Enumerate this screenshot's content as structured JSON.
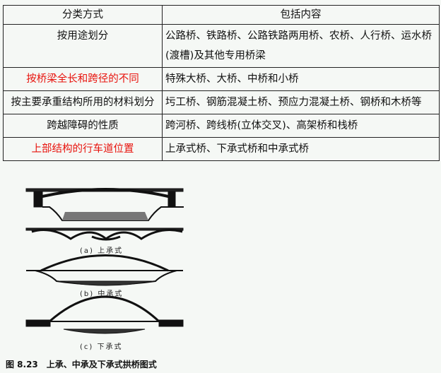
{
  "table": {
    "headers": [
      "分类方式",
      "包括内容"
    ],
    "rows": [
      {
        "method": "按用途划分",
        "content": "公路桥、铁路桥、公路铁路两用桥、农桥、人行桥、运水桥(渡槽)及其他专用桥梁",
        "highlight": false
      },
      {
        "method": "按桥梁全长和跨径的不同",
        "content": "特殊大桥、大桥、中桥和小桥",
        "highlight": true
      },
      {
        "method": "按主要承重结构所用的材料划分",
        "content": "圬工桥、钢筋混凝土桥、预应力混凝土桥、钢桥和木桥等",
        "highlight": false
      },
      {
        "method": "跨越障碍的性质",
        "content": "跨河桥、跨线桥(立体交叉)、高架桥和栈桥",
        "highlight": false
      },
      {
        "method": "上部结构的行车道位置",
        "content": "上承式桥、下承式桥和中承式桥",
        "highlight": true
      }
    ],
    "highlight_color": "#e8120c"
  },
  "figure": {
    "labels": [
      "(a) 上承式",
      "(b) 中承式",
      "(c) 下承式"
    ],
    "caption": "图 8.23　上承、中承及下承式拱桥图式"
  }
}
